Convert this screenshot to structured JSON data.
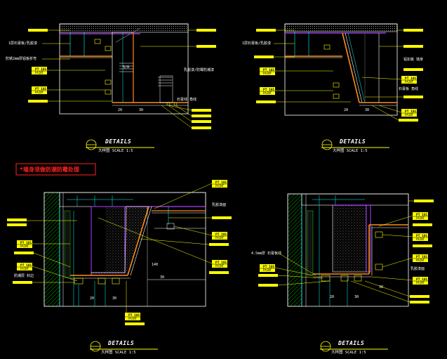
{
  "colors": {
    "background": "#000000",
    "wall": "#ffffff",
    "leader": "#ffff00",
    "tag_bg": "#ffff00",
    "purple": "#b040ff",
    "orange": "#ff8c1a",
    "cyan": "#00ffff",
    "green": "#00c800",
    "red": "#ff2020",
    "dim": "#9a9a9a"
  },
  "tag_icon": "paint-tag-icon",
  "section_icon": "detail-marker-icon",
  "common": {
    "pt_label": "PT 101",
    "pt_label_b": "PT 101",
    "paint": "PAINT",
    "details": "DETAILS",
    "scale_text": "大样图  SCALE 1:5"
  },
  "note": {
    "text": "*墙身须做防潮防霉处理"
  },
  "details": [
    {
      "id": "top-left",
      "title": "DETAILS",
      "scale": "大样图  SCALE 1:5",
      "labels": [
        "1层石膏板/乳胶漆",
        "防锈2mm厚铝板折弯",
        "乳胶漆/防霉防潮漆",
        "石膏线 角线"
      ]
    },
    {
      "id": "top-right",
      "title": "DETAILS",
      "scale": "大样图  SCALE 1:5",
      "labels": [
        "1层石膏板/乳胶漆",
        "铝扣板 墙身",
        "石膏板 角线"
      ]
    },
    {
      "id": "bottom-left",
      "title": "DETAILS",
      "scale": "大样图  SCALE 1:5",
      "labels": [
        "防潮层 封边",
        "乳胶漆面"
      ]
    },
    {
      "id": "bottom-right",
      "title": "DETAILS",
      "scale": "大样图  SCALE 1:5",
      "labels": [
        "4.5mm厚 石膏板线",
        "乳胶漆面"
      ]
    }
  ]
}
